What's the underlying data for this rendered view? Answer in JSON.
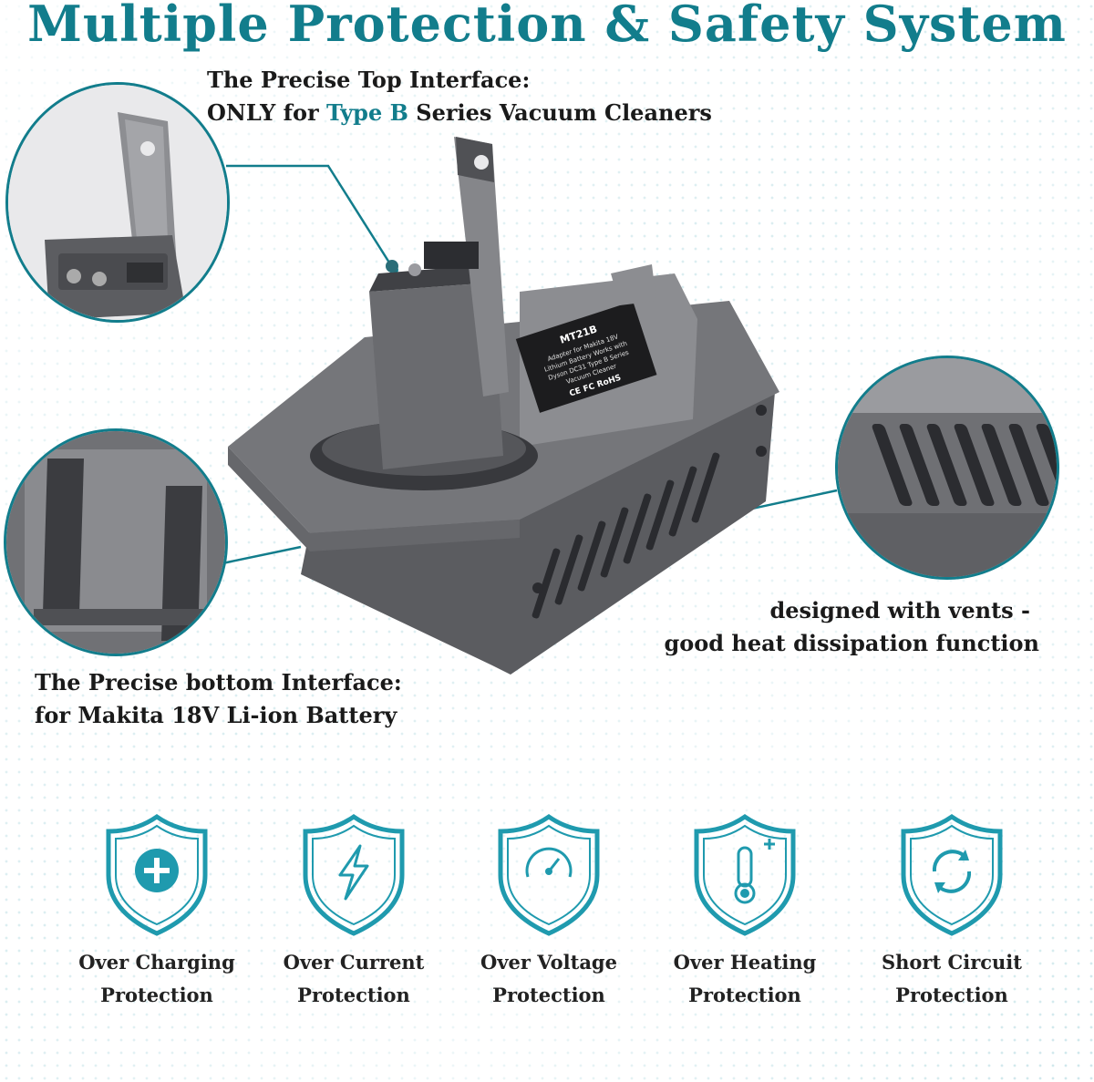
{
  "header": {
    "title": "Multiple Protection & Safety System"
  },
  "top_interface": {
    "line1": "The Precise Top Interface:",
    "line2_prefix": "ONLY for ",
    "line2_accent": "Type B",
    "line2_suffix": "  Series Vacuum Cleaners"
  },
  "bottom_interface": {
    "line1": "The Precise bottom Interface:",
    "line2": "for Makita 18V  Li-ion Battery"
  },
  "vents": {
    "line1": "designed with vents -",
    "line2": "good heat dissipation function"
  },
  "product_label": {
    "model": "MT21B",
    "text1": "Adapter for Makita 18V",
    "text2": "Lithium Battery Works with",
    "text3": "Dyson DC31 Type B Series",
    "text4": "Vacuum Cleaner",
    "marks": "CE FC RoHS"
  },
  "features": [
    {
      "line1": "Over Charging",
      "line2": "Protection",
      "icon": "plus-circle-icon"
    },
    {
      "line1": "Over Current",
      "line2": "Protection",
      "icon": "lightning-icon"
    },
    {
      "line1": "Over Voltage",
      "line2": "Protection",
      "icon": "gauge-icon"
    },
    {
      "line1": "Over Heating",
      "line2": "Protection",
      "icon": "thermometer-icon"
    },
    {
      "line1": "Short Circuit",
      "line2": "Protection",
      "icon": "cycle-arrows-icon"
    }
  ],
  "colors": {
    "accent": "#127d8c",
    "body_gray": "#6d6e72",
    "text": "#1a1a1a"
  }
}
